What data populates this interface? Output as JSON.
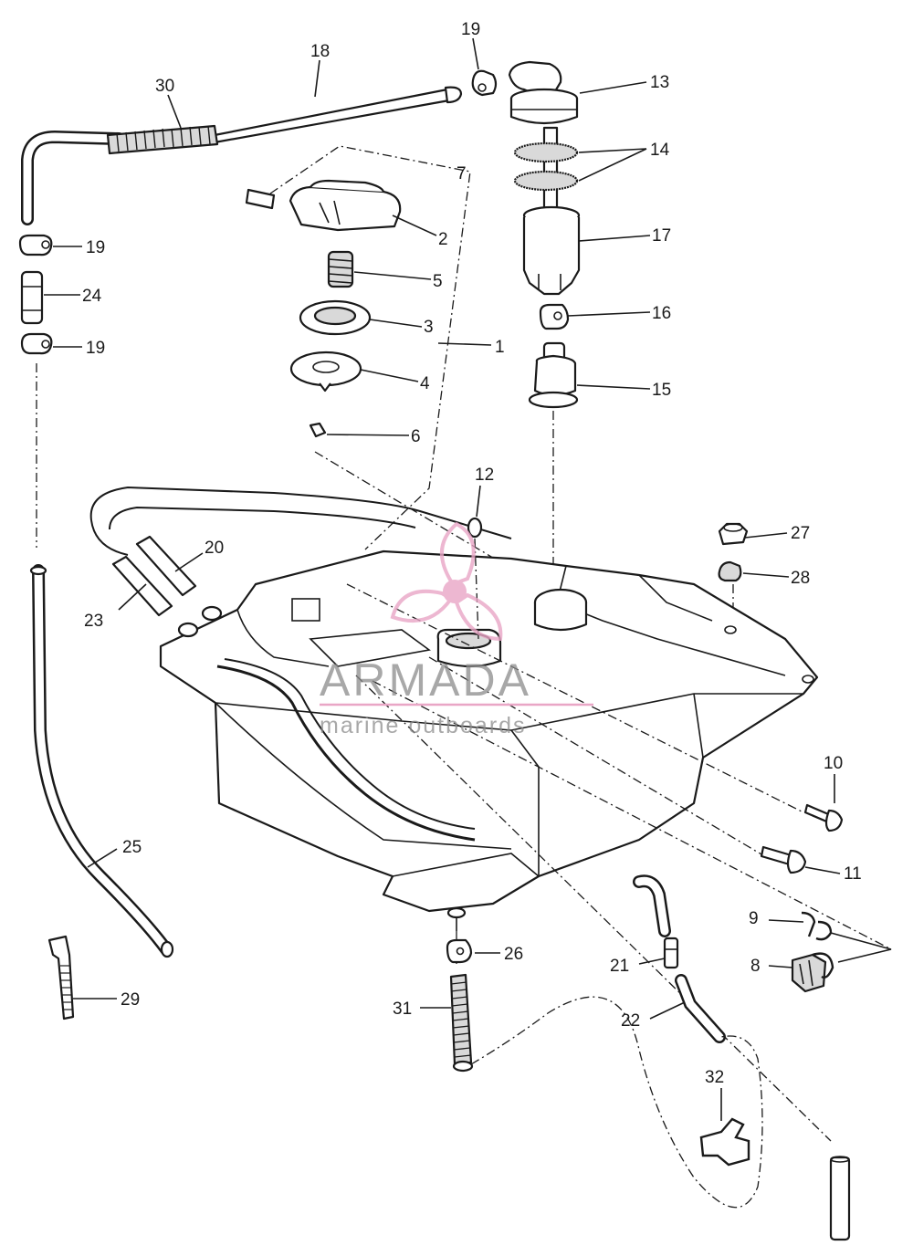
{
  "watermark": {
    "brand": "ARMADA",
    "tagline": "marine outboards",
    "accent_color": "#e9a6c6"
  },
  "callouts": {
    "p1": "1",
    "p2": "2",
    "p3": "3",
    "p4": "4",
    "p5": "5",
    "p6": "6",
    "p7": "7",
    "p8": "8",
    "p9": "9",
    "p10": "10",
    "p11": "11",
    "p12": "12",
    "p13": "13",
    "p14": "14",
    "p15": "15",
    "p16": "16",
    "p17": "17",
    "p18": "18",
    "p19a": "19",
    "p19b": "19",
    "p19c": "19",
    "p20": "20",
    "p21": "21",
    "p22": "22",
    "p23": "23",
    "p24": "24",
    "p25": "25",
    "p26": "26",
    "p27": "27",
    "p28": "28",
    "p29": "29",
    "p30": "30",
    "p31": "31",
    "p32": "32"
  }
}
